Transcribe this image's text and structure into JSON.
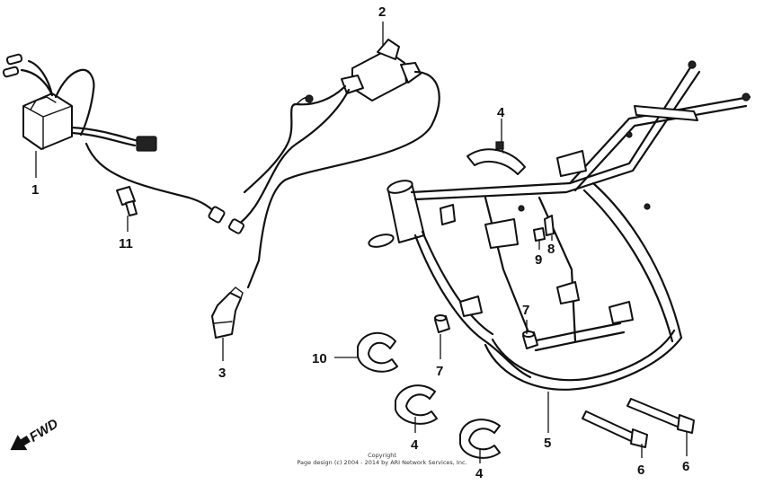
{
  "callouts": [
    {
      "id": "c1",
      "label": "1"
    },
    {
      "id": "c2",
      "label": "2"
    },
    {
      "id": "c3",
      "label": "3"
    },
    {
      "id": "c4a",
      "label": "4"
    },
    {
      "id": "c4b",
      "label": "4"
    },
    {
      "id": "c4c",
      "label": "4"
    },
    {
      "id": "c5",
      "label": "5"
    },
    {
      "id": "c6a",
      "label": "6"
    },
    {
      "id": "c6b",
      "label": "6"
    },
    {
      "id": "c7a",
      "label": "7"
    },
    {
      "id": "c7b",
      "label": "7"
    },
    {
      "id": "c8",
      "label": "8"
    },
    {
      "id": "c9",
      "label": "9"
    },
    {
      "id": "c10",
      "label": "10"
    },
    {
      "id": "c11",
      "label": "11"
    }
  ],
  "direction_label": "FWD",
  "copyright": {
    "line1": "Copyright",
    "line2": "Page design (c) 2004 - 2014 by ARI Network Services, Inc."
  }
}
